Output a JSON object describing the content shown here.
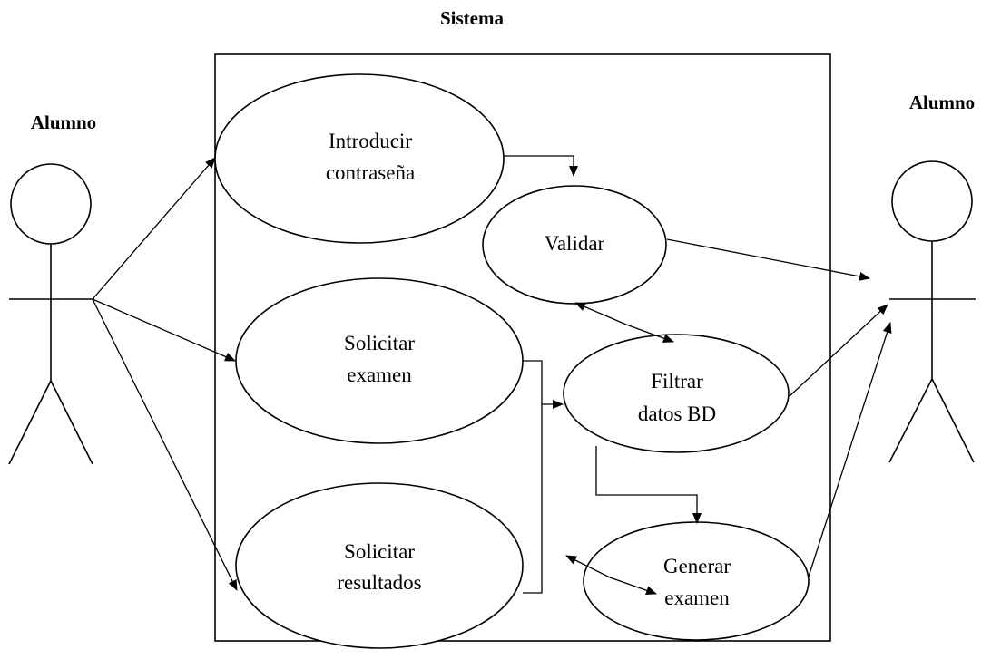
{
  "system": {
    "title": "Sistema"
  },
  "actors": {
    "left": {
      "name": "Alumno"
    },
    "right": {
      "name": "Alumno"
    }
  },
  "use_cases": {
    "introducir_contrasena": {
      "line1": "Introducir",
      "line2": "contraseña"
    },
    "validar": {
      "line1": "Validar"
    },
    "solicitar_examen": {
      "line1": "Solicitar",
      "line2": "examen"
    },
    "filtrar_datos": {
      "line1": "Filtrar",
      "line2": "datos BD"
    },
    "solicitar_resultados": {
      "line1": "Solicitar",
      "line2": "resultados"
    },
    "generar_examen": {
      "line1": "Generar",
      "line2": "examen"
    }
  }
}
